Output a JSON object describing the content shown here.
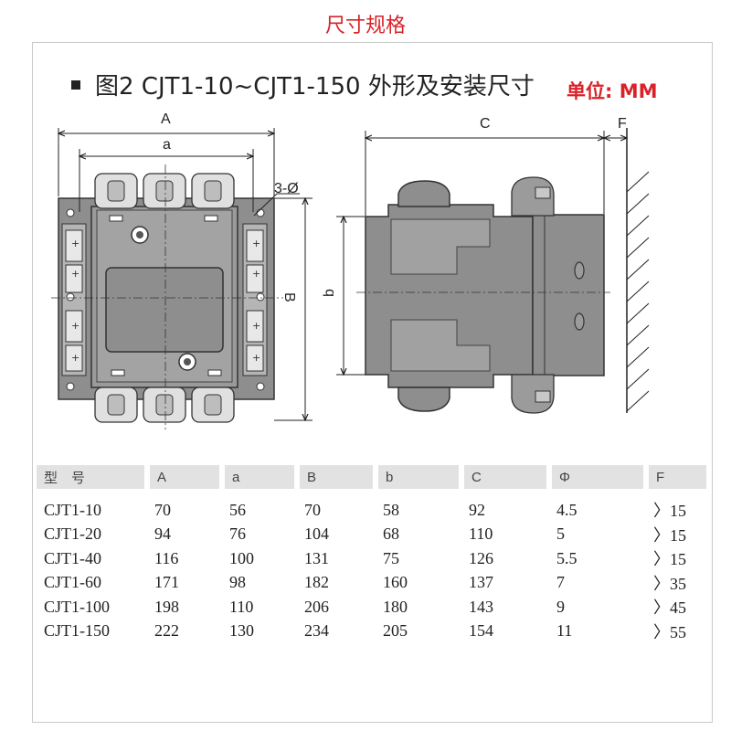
{
  "page_title": "尺寸规格",
  "figure": {
    "caption": "图2 CJT1-10~CJT1-150 外形及安装尺寸",
    "unit": "单位: MM",
    "dimension_labels": {
      "A": "A",
      "a": "a",
      "B": "B",
      "b": "b",
      "C": "C",
      "F": "F",
      "hole": "3-Ø"
    }
  },
  "table": {
    "headers": [
      "型　号",
      "A",
      "a",
      "B",
      "b",
      "C",
      "Φ",
      "F"
    ],
    "rows": [
      [
        "CJT1-10",
        "70",
        "56",
        "70",
        "58",
        "92",
        "4.5",
        "〉15"
      ],
      [
        "CJT1-20",
        "94",
        "76",
        "104",
        "68",
        "110",
        "5",
        "〉15"
      ],
      [
        "CJT1-40",
        "116",
        "100",
        "131",
        "75",
        "126",
        "5.5",
        "〉15"
      ],
      [
        "CJT1-60",
        "171",
        "98",
        "182",
        "160",
        "137",
        "7",
        "〉35"
      ],
      [
        "CJT1-100",
        "198",
        "110",
        "206",
        "180",
        "143",
        "9",
        "〉45"
      ],
      [
        "CJT1-150",
        "222",
        "130",
        "234",
        "205",
        "154",
        "11",
        "〉55"
      ]
    ]
  },
  "colors": {
    "accent_red": "#d8232a",
    "header_gray": "#e2e2e2",
    "body_gray": "#8e8e8e"
  }
}
